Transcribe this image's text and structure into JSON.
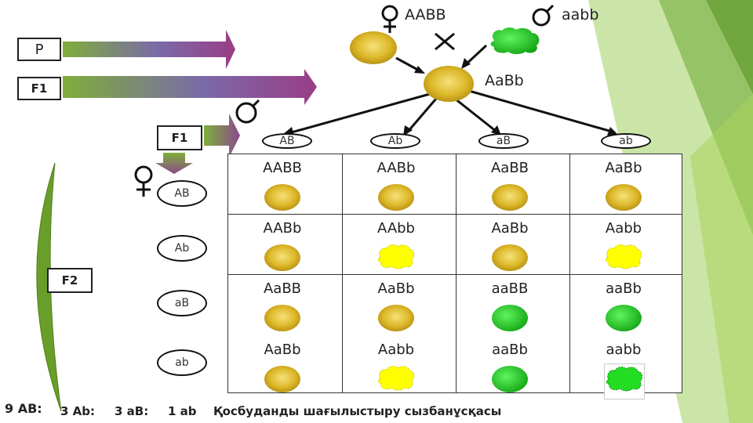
{
  "parents": {
    "female_genotype": "AABB",
    "male_genotype": "aabb",
    "f1_genotype": "AaBb"
  },
  "labels": {
    "p": "P",
    "f1_top": "F1",
    "f1_side": "F1",
    "f2": "F2"
  },
  "gametes_top": [
    "AB",
    "Ab",
    "aB",
    "ab"
  ],
  "gametes_side": [
    "AB",
    "Ab",
    "aB",
    "ab"
  ],
  "grid": [
    [
      "AABB",
      "AABb",
      "AaBB",
      "AaBb"
    ],
    [
      "AABb",
      "AAbb",
      "AaBb",
      "Aabb"
    ],
    [
      "AaBB",
      "AaBb",
      "aaBB",
      "aaBb"
    ],
    [
      "AaBb",
      "Aabb",
      "aaBb",
      "aabb"
    ]
  ],
  "phenotypes": [
    [
      "yellow-smooth",
      "yellow-smooth",
      "yellow-smooth",
      "yellow-smooth"
    ],
    [
      "yellow-smooth",
      "yellow-wrinkled",
      "yellow-smooth",
      "yellow-wrinkled"
    ],
    [
      "yellow-smooth",
      "yellow-smooth",
      "green-smooth",
      "green-smooth"
    ],
    [
      "yellow-smooth",
      "yellow-wrinkled",
      "green-smooth",
      "green-wrinkled"
    ]
  ],
  "ratio": {
    "part1": "9 AB:",
    "part2": "3 Ab:",
    "part3": "3 aB:",
    "part4": "1 ab"
  },
  "caption": "Қосбуданды шағылыстыру сызбанұсқасы",
  "colors": {
    "yellow_seed": "#e0bf2a",
    "green_seed": "#1ec31e",
    "wrinkled_yellow": "#ffff00",
    "wrinkled_green": "#22dd22",
    "accent_green": "#8cc63f"
  }
}
